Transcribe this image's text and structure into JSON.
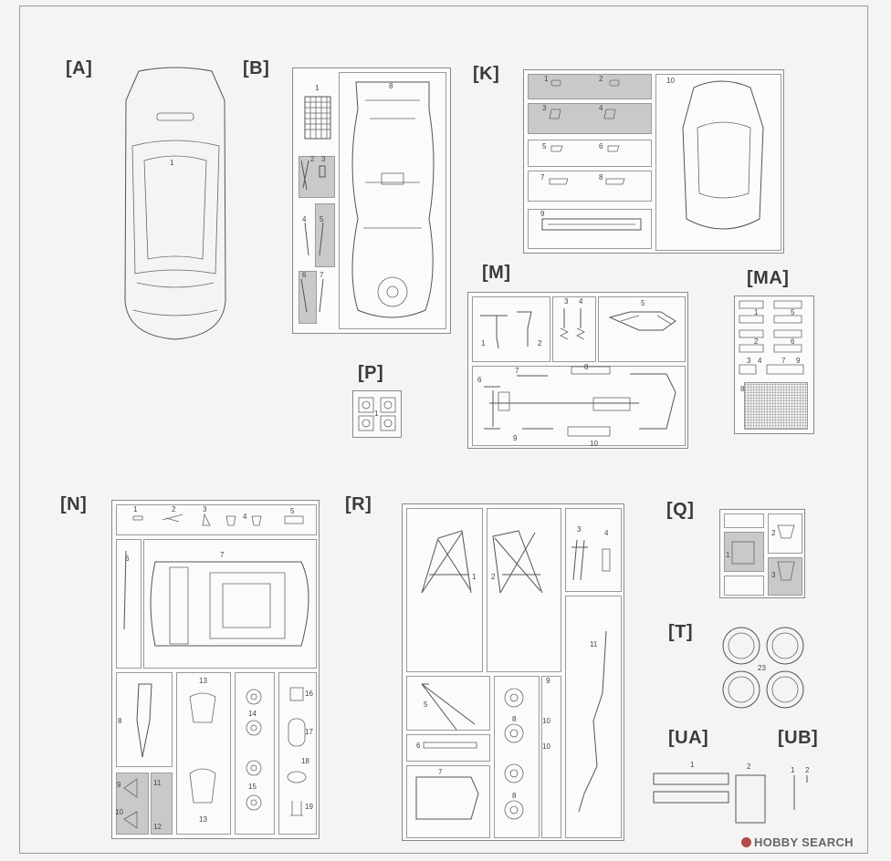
{
  "labels": {
    "A": "[A]",
    "B": "[B]",
    "K": "[K]",
    "MA": "[MA]",
    "M": "[M]",
    "P": "[P]",
    "N": "[N]",
    "R": "[R]",
    "Q": "[Q]",
    "T": "[T]",
    "UA": "[UA]",
    "UB": "[UB]"
  },
  "parts": {
    "a": [
      "1"
    ],
    "b": [
      "1",
      "2",
      "3",
      "4",
      "5",
      "6",
      "7",
      "8"
    ],
    "k": [
      "1",
      "2",
      "3",
      "4",
      "5",
      "6",
      "7",
      "8",
      "9",
      "10"
    ],
    "m": [
      "1",
      "2",
      "3",
      "4",
      "5",
      "6",
      "7",
      "8",
      "9",
      "10"
    ],
    "ma": [
      "1",
      "5",
      "2",
      "6",
      "3",
      "4",
      "7",
      "9",
      "8"
    ],
    "p": [
      "1"
    ],
    "n": [
      "1",
      "2",
      "3",
      "4",
      "5",
      "6",
      "7",
      "8",
      "9",
      "10",
      "11",
      "12",
      "13",
      "14",
      "15",
      "16",
      "17",
      "18",
      "19",
      "13"
    ],
    "r": [
      "1",
      "2",
      "3",
      "4",
      "5",
      "6",
      "7",
      "8",
      "8",
      "9",
      "10",
      "10",
      "11"
    ],
    "q": [
      "1",
      "2",
      "3"
    ],
    "t": [
      "23"
    ],
    "ua": [
      "1",
      "2"
    ],
    "ub": [
      "1",
      "2"
    ]
  },
  "watermark": "HOBBY SEARCH",
  "colors": {
    "grey_part": "#c9c9c9",
    "line": "#555555",
    "watermark_dot": "#b24a4a"
  }
}
